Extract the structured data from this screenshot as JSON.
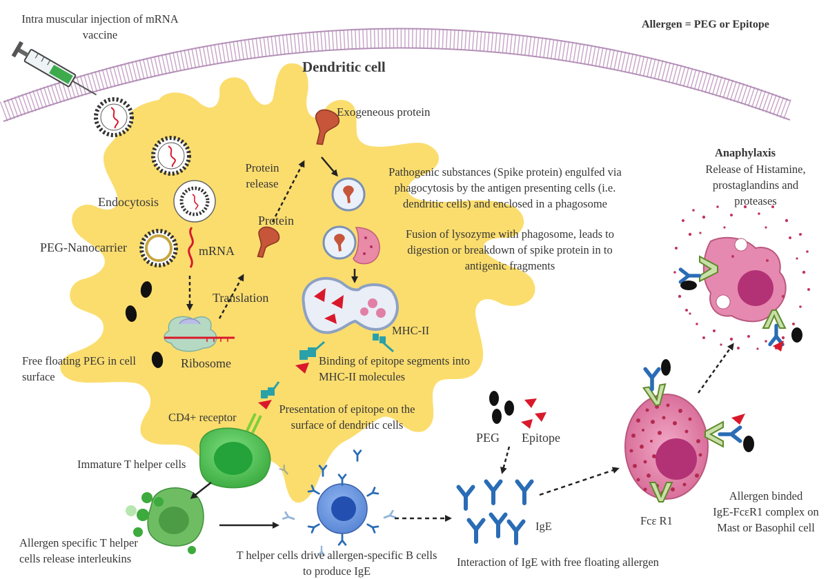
{
  "title": "Dendritic cell",
  "legend_note": "Allergen = PEG or Epitope",
  "labels": {
    "injection": [
      "Intra muscular injection of mRNA",
      "vaccine"
    ],
    "endocytosis": "Endocytosis",
    "peg_nanocarrier": "PEG-Nanocarrier",
    "mrna": "mRNA",
    "translation": "Translation",
    "ribosome": "Ribosome",
    "protein_release": [
      "Protein",
      "release"
    ],
    "protein": "Protein",
    "exogeneous_protein": "Exogeneous protein",
    "phagocytosis": [
      "Pathogenic substances (Spike protein) engulfed via",
      "phagocytosis by the antigen presenting cells (i.e.",
      "dendritic cells) and enclosed in a phagosome"
    ],
    "fusion": [
      "Fusion of lysozyme with phagosome, leads to",
      "digestion or breakdown of spike protein in to",
      "antigenic fragments"
    ],
    "mhc2": "MHC-II",
    "binding": [
      "Binding of epitope segments into",
      "MHC-II molecules"
    ],
    "presentation": [
      "Presentation of epitope on the",
      "surface of dendritic cells"
    ],
    "free_peg": [
      "Free floating PEG in cell",
      "surface"
    ],
    "cd4": "CD4+ receptor",
    "immature_t": "Immature T helper cells",
    "allergen_t": [
      "Allergen specific T helper",
      "cells release interleukins"
    ],
    "b_cells": [
      "T helper cells drive allergen-specific B cells",
      "to produce IgE"
    ],
    "peg": "PEG",
    "epitope": "Epitope",
    "ige": "IgE",
    "interaction": "Interaction of IgE with free floating allergen",
    "fce": "Fcε R1",
    "complex": [
      "Allergen binded",
      "IgE-FcεR1 complex on",
      "Mast  or Basophil cell"
    ],
    "anaphylaxis": "Anaphylaxis",
    "release": [
      "Release of Histamine,",
      "prostaglandins and",
      "proteases"
    ]
  },
  "colors": {
    "dendritic_cell": "#fbdd6e",
    "membrane": "#c9a7c9",
    "t_cell": "#5cc85c",
    "b_cell": "#3f74cc",
    "mast_cell": "#e27fa6",
    "epitope": "#d9192b",
    "peg": "#111111",
    "antibody": "#2a6cb5",
    "receptor": "#5d8a2a"
  }
}
